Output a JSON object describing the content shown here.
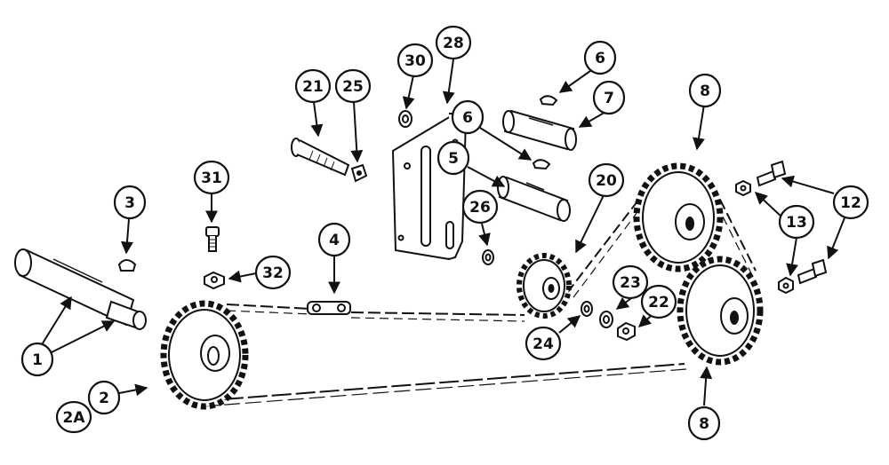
{
  "diagram": {
    "callouts": [
      "1",
      "2",
      "2A",
      "3",
      "4",
      "5",
      "6",
      "6",
      "7",
      "8",
      "8",
      "12",
      "13",
      "20",
      "21",
      "22",
      "23",
      "24",
      "25",
      "26",
      "28",
      "30",
      "31",
      "32"
    ]
  },
  "colors": {
    "ink": "#111111",
    "paper": "#ffffff",
    "shade": "#bbbbbb"
  }
}
